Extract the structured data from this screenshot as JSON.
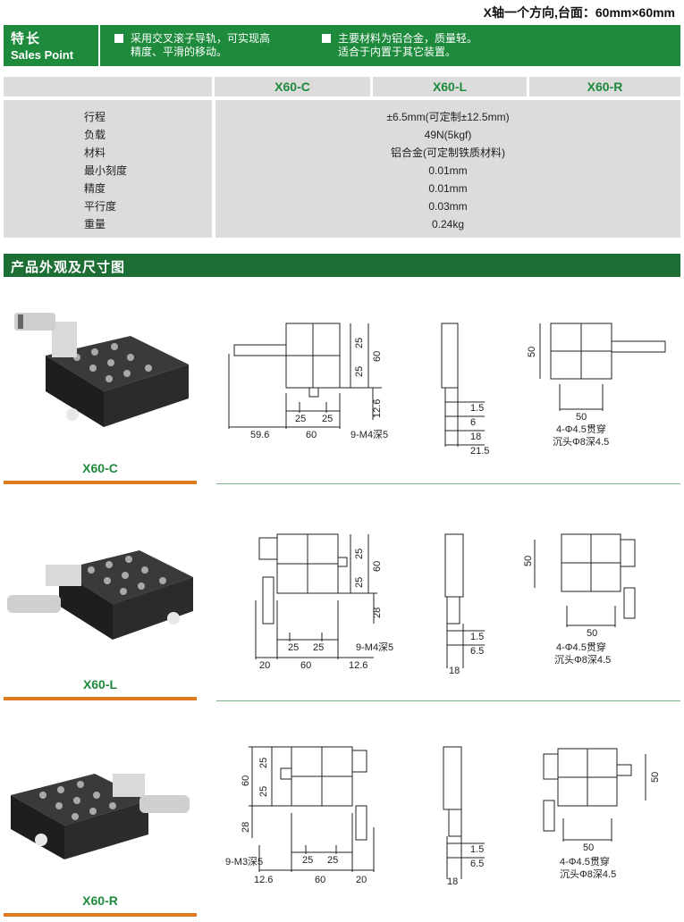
{
  "header": {
    "title": "X轴一个方向,台面：60mm×60mm"
  },
  "sales_point": {
    "label_cn": "特长",
    "label_en": "Sales Point",
    "item1_line1": "采用交叉滚子导轨，可实现高",
    "item1_line2": "精度、平滑的移动。",
    "item2_line1": "主要材料为铝合金，质量轻。",
    "item2_line2": "适合于内置于其它装置。"
  },
  "specs": {
    "columns": [
      "X60-C",
      "X60-L",
      "X60-R"
    ],
    "rows": [
      {
        "label": "行程",
        "value": "±6.5mm(可定制±12.5mm)"
      },
      {
        "label": "负载",
        "value": "49N(5kgf)"
      },
      {
        "label": "材料",
        "value": "铝合金(可定制铁质材料)"
      },
      {
        "label": "最小刻度",
        "value": "0.01mm"
      },
      {
        "label": "精度",
        "value": "0.01mm"
      },
      {
        "label": "平行度",
        "value": "0.03mm"
      },
      {
        "label": "重量",
        "value": "0.24kg"
      }
    ]
  },
  "section": {
    "title": "产品外观及尺寸图"
  },
  "products": [
    {
      "model": "X60-C"
    },
    {
      "model": "X60-L"
    },
    {
      "model": "X60-R"
    }
  ],
  "dims": {
    "d25": "25",
    "d60": "60",
    "d50": "50",
    "d59_6": "59.6",
    "d12_6": "12.6",
    "d1_5": "1.5",
    "d6": "6",
    "d6_5": "6.5",
    "d18": "18",
    "d21_5": "21.5",
    "d20": "20",
    "d28": "28",
    "m4": "9-M4深5",
    "m3": "9-M3深5",
    "hole1": "4-Φ4.5贯穿",
    "hole2": "沉头Φ8深4.5"
  },
  "colors": {
    "green": "#1d8a3c",
    "dark_green": "#1d6e34",
    "orange": "#e07a1e",
    "gray": "#dcdcdc"
  }
}
